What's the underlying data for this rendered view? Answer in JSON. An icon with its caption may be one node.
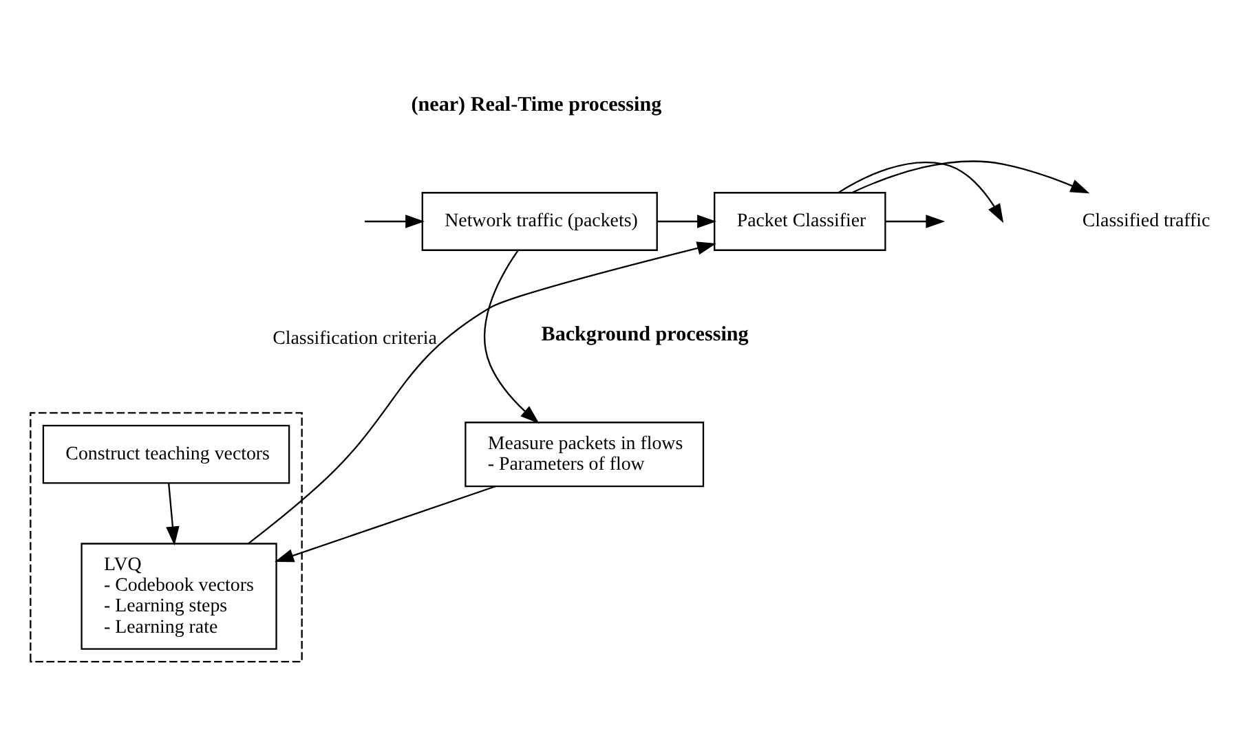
{
  "diagram": {
    "nodes": [
      {
        "text": [
          "Network traffic (packets)"
        ]
      },
      {
        "text": [
          "Packet Classifier"
        ]
      },
      {
        "text": [
          "Classified traffic"
        ]
      },
      {
        "text": [
          "Measure packets in flows",
          "- Parameters of flow"
        ]
      },
      {
        "text": [],
        "shape": "box"
      },
      {
        "text": [
          "Construct teaching vectors"
        ],
        "in": 4
      },
      {
        "text": [
          "LVQ",
          "- Codebook vectors",
          "- Learning steps",
          "- Learning rate"
        ],
        "in": 4
      }
    ],
    "edges": [
      {
        "from": null,
        "to": 0,
        "arrow": "to"
      },
      {
        "from": 0,
        "to": 1,
        "arrow": "to"
      },
      {
        "from": 0,
        "to": 3,
        "arrow": "to"
      },
      {
        "from": 1,
        "to": null,
        "arrow": "to"
      },
      {
        "from": 1,
        "to": 2,
        "arrow": "to"
      },
      {
        "from": 1,
        "to": null,
        "arrow": "to"
      },
      {
        "from": 3,
        "to": 6,
        "arrow": "to"
      },
      {
        "from": 5,
        "to": 6,
        "arrow": "to"
      },
      {
        "from": 6,
        "to": 1,
        "arrow": "to",
        "label": "Classification criteria"
      }
    ],
    "labels": [
      "(near) Real-Time processing",
      "Background processing"
    ]
  }
}
